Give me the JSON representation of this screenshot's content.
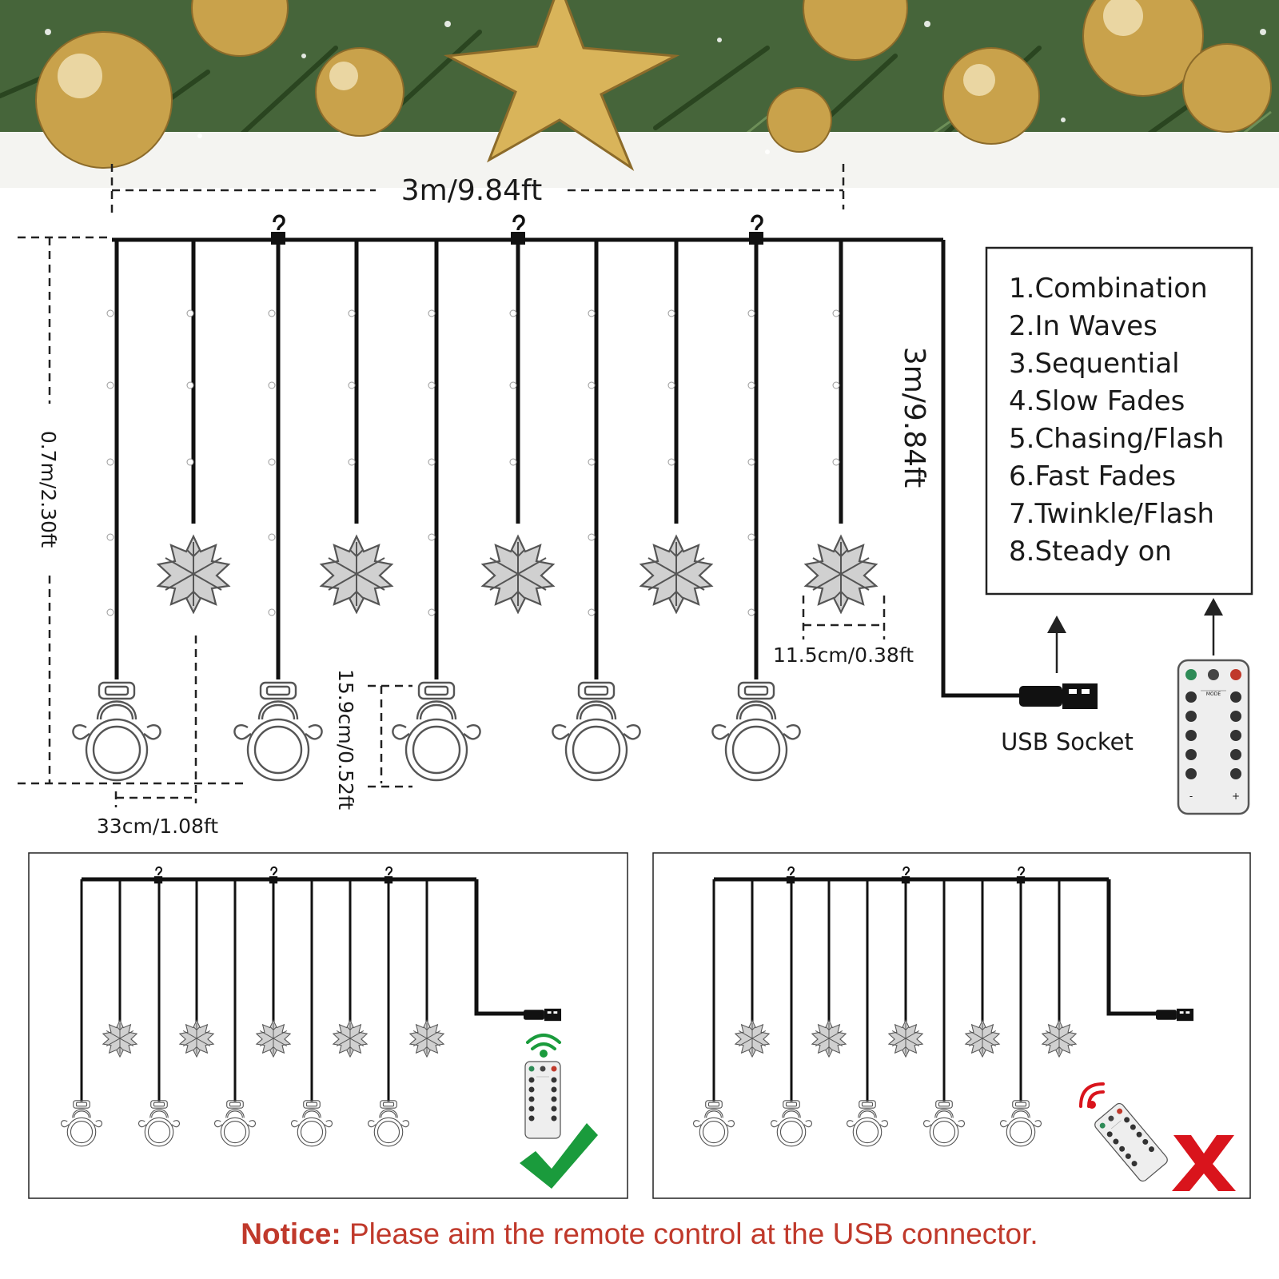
{
  "dimensions": {
    "width": "3m/9.84ft",
    "height": "0.7m/2.30ft",
    "lead_cable": "3m/9.84ft",
    "snowflake_width": "11.5cm/0.38ft",
    "snowman_height": "15.9cm/0.52ft",
    "strand_spacing": "33cm/1.08ft"
  },
  "modes": [
    "1.Combination",
    "2.In Waves",
    "3.Sequential",
    "4.Slow Fades",
    "5.Chasing/Flash",
    "6.Fast Fades",
    "7.Twinkle/Flash",
    "8.Steady on"
  ],
  "usb_label": "USB Socket",
  "remote": {
    "mode_label": "MODE",
    "minus": "-",
    "plus": "+"
  },
  "notice": {
    "prefix": "Notice:",
    "text": " Please aim the remote control at the USB connector."
  },
  "colors": {
    "notice": "#c0392b",
    "check": "#1a9b3c",
    "cross": "#d9141c",
    "gold": "#c9a24b",
    "pine": "#3c5a2f"
  },
  "icons": [
    "snowflake-icon",
    "snowman-icon",
    "hook-icon",
    "usb-plug-icon",
    "remote-control-icon",
    "wifi-signal-icon",
    "check-icon",
    "cross-icon",
    "star-ornament-icon"
  ]
}
